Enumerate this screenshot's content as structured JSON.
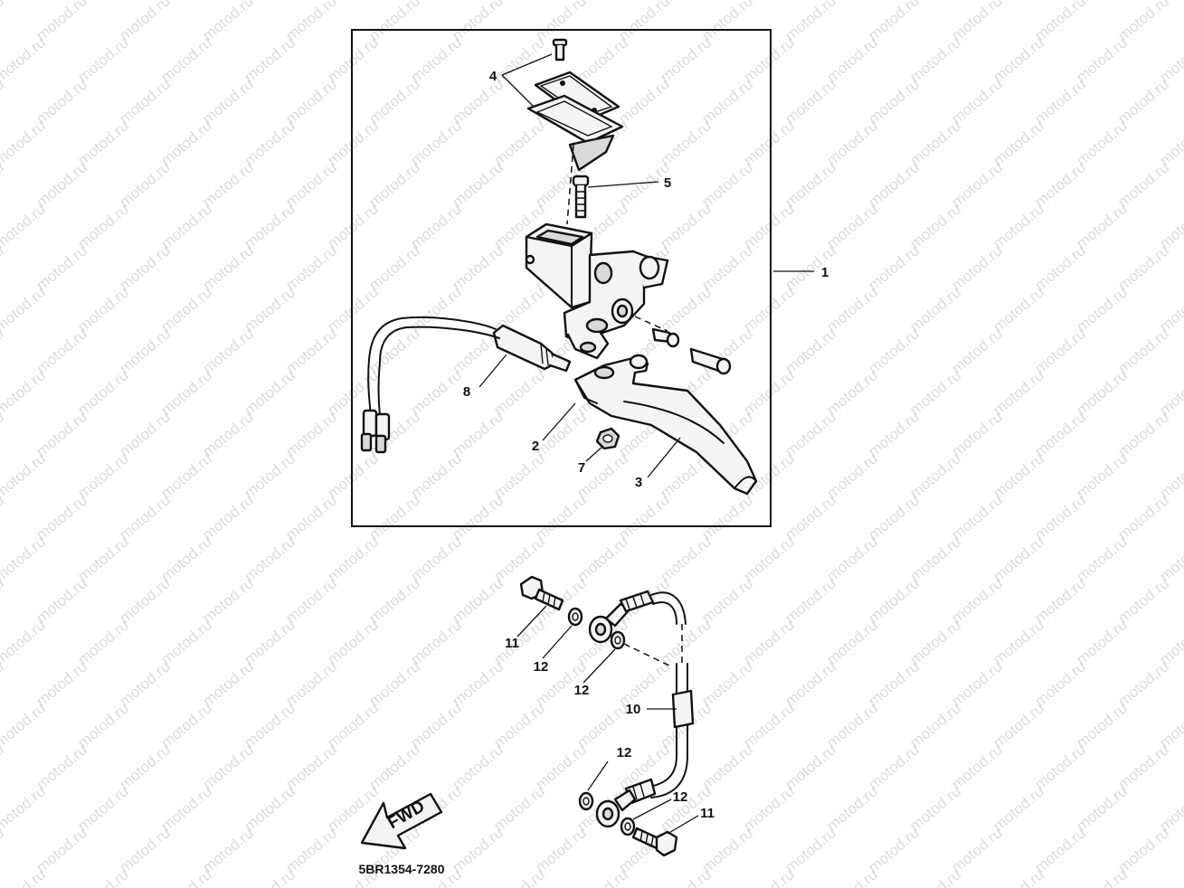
{
  "watermark": "motod.ru",
  "callouts": {
    "c1": "1",
    "c2": "2",
    "c3": "3",
    "c4": "4",
    "c5": "5",
    "c7": "7",
    "c8": "8",
    "c10": "10",
    "c11a": "11",
    "c11b": "11",
    "c12a": "12",
    "c12b": "12",
    "c12c": "12",
    "c12d": "12"
  },
  "direction_arrow": "FWD",
  "diagram_code": "5BR1354-7280"
}
